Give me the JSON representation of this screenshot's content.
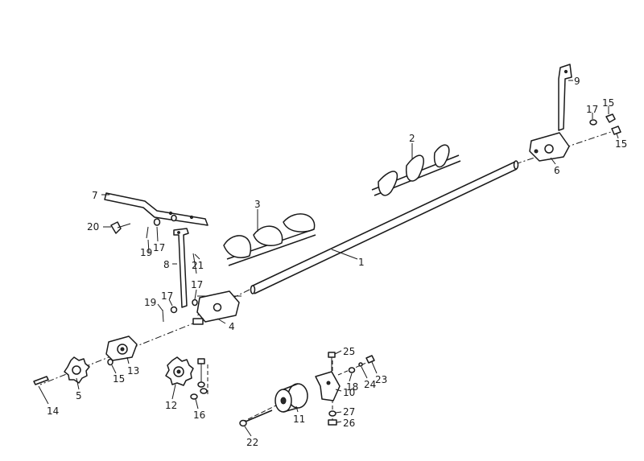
{
  "diagram": {
    "type": "exploded-parts-diagram",
    "callouts": [
      {
        "id": "c1",
        "text": "1"
      },
      {
        "id": "c2",
        "text": "2"
      },
      {
        "id": "c3",
        "text": "3"
      },
      {
        "id": "c4",
        "text": "4"
      },
      {
        "id": "c5",
        "text": "5"
      },
      {
        "id": "c6",
        "text": "6"
      },
      {
        "id": "c7",
        "text": "7"
      },
      {
        "id": "c8",
        "text": "8"
      },
      {
        "id": "c9",
        "text": "9"
      },
      {
        "id": "c10",
        "text": "10"
      },
      {
        "id": "c11",
        "text": "11"
      },
      {
        "id": "c12",
        "text": "12"
      },
      {
        "id": "c13",
        "text": "13"
      },
      {
        "id": "c14",
        "text": "14"
      },
      {
        "id": "c15a",
        "text": "15"
      },
      {
        "id": "c15b",
        "text": "15"
      },
      {
        "id": "c15c",
        "text": "15"
      },
      {
        "id": "c16",
        "text": "16"
      },
      {
        "id": "c17a",
        "text": "17"
      },
      {
        "id": "c17b",
        "text": "17"
      },
      {
        "id": "c17c",
        "text": "17"
      },
      {
        "id": "c17d",
        "text": "17"
      },
      {
        "id": "c18",
        "text": "18"
      },
      {
        "id": "c19a",
        "text": "19"
      },
      {
        "id": "c19b",
        "text": "19"
      },
      {
        "id": "c20",
        "text": "20"
      },
      {
        "id": "c21",
        "text": "21"
      },
      {
        "id": "c22",
        "text": "22"
      },
      {
        "id": "c23",
        "text": "23"
      },
      {
        "id": "c24",
        "text": "24"
      },
      {
        "id": "c25",
        "text": "25"
      },
      {
        "id": "c26",
        "text": "26"
      },
      {
        "id": "c27",
        "text": "27"
      }
    ]
  }
}
